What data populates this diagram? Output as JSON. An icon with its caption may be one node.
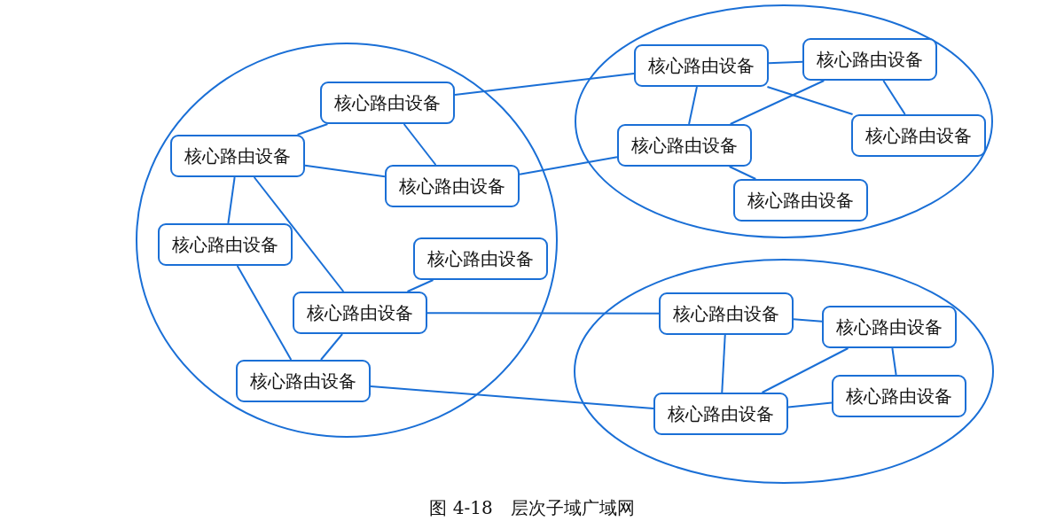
{
  "diagram": {
    "caption": "图 4-18　层次子域广域网",
    "nodes": [
      {
        "text": [],
        "shape": "ellipse"
      },
      {
        "text": [],
        "shape": "ellipse"
      },
      {
        "text": [],
        "shape": "ellipse"
      },
      {
        "text": [
          "核心路由设备"
        ],
        "in": 0
      },
      {
        "text": [
          "核心路由设备"
        ],
        "in": 0
      },
      {
        "text": [
          "核心路由设备"
        ],
        "in": 0
      },
      {
        "text": [
          "核心路由设备"
        ],
        "in": 0
      },
      {
        "text": [
          "核心路由设备"
        ],
        "in": 0
      },
      {
        "text": [
          "核心路由设备"
        ],
        "in": 0
      },
      {
        "text": [
          "核心路由设备"
        ],
        "in": 0
      },
      {
        "text": [
          "核心路由设备"
        ],
        "in": 1
      },
      {
        "text": [
          "核心路由设备"
        ],
        "in": 1
      },
      {
        "text": [
          "核心路由设备"
        ],
        "in": 1
      },
      {
        "text": [
          "核心路由设备"
        ],
        "in": 1
      },
      {
        "text": [
          "核心路由设备"
        ],
        "in": 1
      },
      {
        "text": [
          "核心路由设备"
        ],
        "in": 2
      },
      {
        "text": [
          "核心路由设备"
        ],
        "in": 2
      },
      {
        "text": [
          "核心路由设备"
        ],
        "in": 2
      },
      {
        "text": [
          "核心路由设备"
        ],
        "in": 2
      }
    ],
    "edges": [
      {
        "from": 3,
        "to": 4,
        "arrow": "none"
      },
      {
        "from": 3,
        "to": 5,
        "arrow": "none"
      },
      {
        "from": 4,
        "to": 5,
        "arrow": "none"
      },
      {
        "from": 4,
        "to": 6,
        "arrow": "none"
      },
      {
        "from": 4,
        "to": 8,
        "arrow": "none"
      },
      {
        "from": 6,
        "to": 9,
        "arrow": "none"
      },
      {
        "from": 7,
        "to": 8,
        "arrow": "none"
      },
      {
        "from": 8,
        "to": 9,
        "arrow": "none"
      },
      {
        "from": 3,
        "to": 10,
        "arrow": "none"
      },
      {
        "from": 5,
        "to": 12,
        "arrow": "none"
      },
      {
        "from": 8,
        "to": 15,
        "arrow": "none"
      },
      {
        "from": 9,
        "to": 17,
        "arrow": "none"
      },
      {
        "from": 10,
        "to": 11,
        "arrow": "none"
      },
      {
        "from": 10,
        "to": 12,
        "arrow": "none"
      },
      {
        "from": 10,
        "to": 13,
        "arrow": "none"
      },
      {
        "from": 11,
        "to": 12,
        "arrow": "none"
      },
      {
        "from": 11,
        "to": 13,
        "arrow": "none"
      },
      {
        "from": 12,
        "to": 14,
        "arrow": "none"
      },
      {
        "from": 15,
        "to": 16,
        "arrow": "none"
      },
      {
        "from": 15,
        "to": 17,
        "arrow": "none"
      },
      {
        "from": 16,
        "to": 17,
        "arrow": "none"
      },
      {
        "from": 16,
        "to": 18,
        "arrow": "none"
      },
      {
        "from": 17,
        "to": 18,
        "arrow": "none"
      }
    ]
  }
}
